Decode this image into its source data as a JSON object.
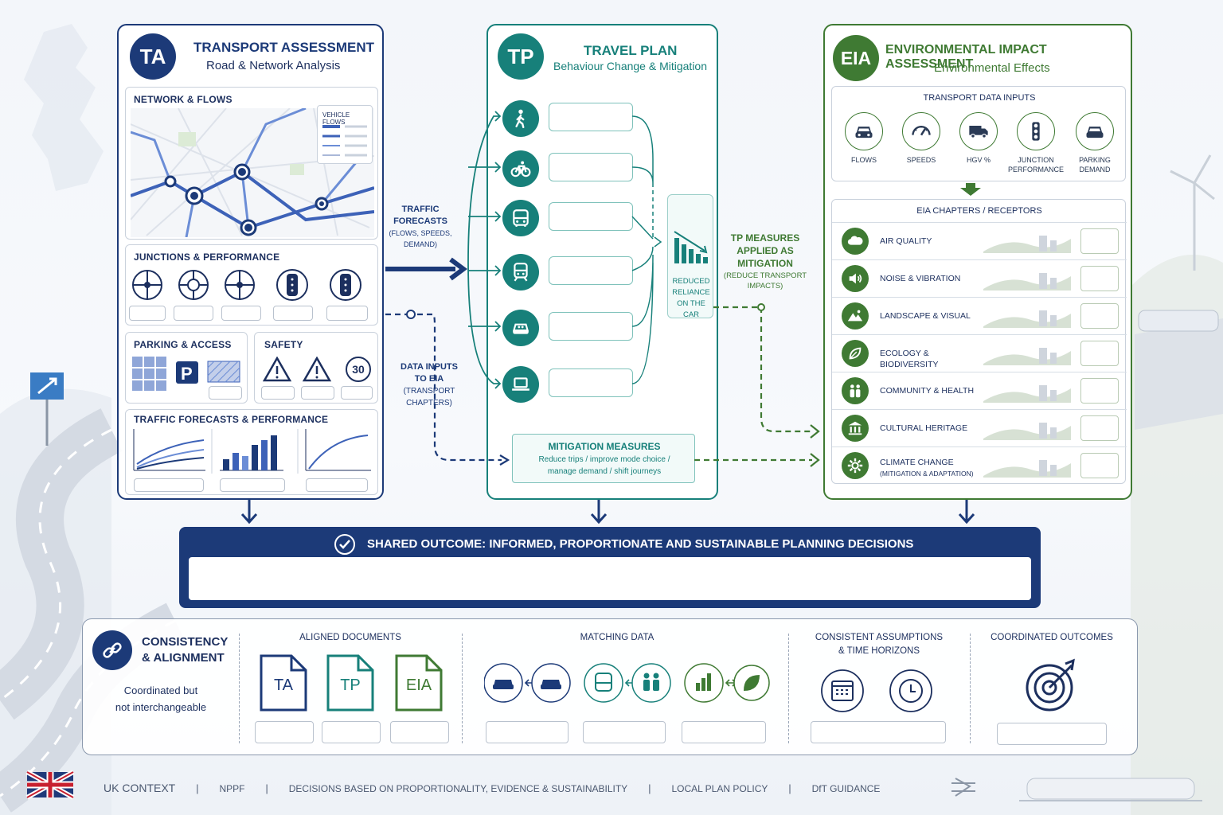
{
  "ta": {
    "badge": "TA",
    "title": "TRANSPORT ASSESSMENT",
    "subtitle": "Road & Network Analysis",
    "network_title": "NETWORK & FLOWS",
    "vehicle_flows_label": "VEHICLE FLOWS",
    "junctions_title": "JUNCTIONS & PERFORMANCE",
    "parking_title": "PARKING & ACCESS",
    "safety_title": "SAFETY",
    "speed_sign": "30",
    "forecasts_title": "TRAFFIC FORECASTS & PERFORMANCE",
    "colour": "#1c3a78"
  },
  "tp": {
    "badge": "TP",
    "title": "TRAVEL PLAN",
    "subtitle": "Behaviour Change & Mitigation",
    "modes": [
      "walking-icon",
      "cycling-icon",
      "bus-icon",
      "train-icon",
      "car-share-icon",
      "laptop-icon"
    ],
    "reduced_reliance": "REDUCED RELIANCE ON THE CAR",
    "mitigation_title": "MITIGATION MEASURES",
    "mitigation_text_1": "Reduce trips / improve mode choice /",
    "mitigation_text_2": "manage demand / shift journeys",
    "colour": "#17807a"
  },
  "eia": {
    "badge": "EIA",
    "title": "ENVIRONMENTAL IMPACT ASSESSMENT",
    "subtitle": "Environmental Effects",
    "inputs_title": "TRANSPORT DATA INPUTS",
    "inputs": [
      {
        "label": "FLOWS",
        "icon": "car-icon"
      },
      {
        "label": "SPEEDS",
        "icon": "speedometer-icon"
      },
      {
        "label": "HGV %",
        "icon": "truck-icon"
      },
      {
        "label": "JUNCTION PERFORMANCE",
        "icon": "traffic-light-icon"
      },
      {
        "label": "PARKING DEMAND",
        "icon": "parking-car-icon"
      }
    ],
    "chapters_title": "EIA CHAPTERS / RECEPTORS",
    "chapters": [
      {
        "label": "AIR QUALITY",
        "icon": "cloud-icon"
      },
      {
        "label": "NOISE & VIBRATION",
        "icon": "speaker-icon"
      },
      {
        "label": "LANDSCAPE & VISUAL",
        "icon": "mountain-icon"
      },
      {
        "label": "ECOLOGY & BIODIVERSITY",
        "icon": "leaf-icon"
      },
      {
        "label": "COMMUNITY & HEALTH",
        "icon": "people-icon"
      },
      {
        "label": "CULTURAL HERITAGE",
        "icon": "heritage-icon"
      },
      {
        "label": "CLIMATE CHANGE",
        "sub": "(MITIGATION & ADAPTATION)",
        "icon": "gear-icon"
      }
    ],
    "colour": "#3f7a33"
  },
  "arrows": {
    "traffic_forecasts_1": "TRAFFIC",
    "traffic_forecasts_2": "FORECASTS",
    "traffic_forecasts_3": "(FLOWS, SPEEDS,",
    "traffic_forecasts_4": "DEMAND)",
    "data_inputs_1": "DATA INPUTS",
    "data_inputs_2": "TO EIA",
    "data_inputs_3": "(TRANSPORT",
    "data_inputs_4": "CHAPTERS)",
    "tp_measures_1": "TP MEASURES",
    "tp_measures_2": "APPLIED AS",
    "tp_measures_3": "MITIGATION",
    "tp_measures_4": "(REDUCE TRANSPORT",
    "tp_measures_5": "IMPACTS)"
  },
  "outcome": {
    "title": "SHARED OUTCOME: INFORMED, PROPORTIONATE AND SUSTAINABLE PLANNING DECISIONS"
  },
  "consistency": {
    "title_1": "CONSISTENCY",
    "title_2": "& ALIGNMENT",
    "tagline_1": "Coordinated but",
    "tagline_2": "not interchangeable",
    "aligned_title": "ALIGNED DOCUMENTS",
    "docs": [
      "TA",
      "TP",
      "EIA"
    ],
    "matching_title": "MATCHING DATA",
    "assumptions_title_1": "CONSISTENT ASSUMPTIONS",
    "assumptions_title_2": "& TIME HORIZONS",
    "outcomes_title": "COORDINATED OUTCOMES"
  },
  "footer": {
    "items": [
      "UK CONTEXT",
      "NPPF",
      "DECISIONS BASED ON PROPORTIONALITY, EVIDENCE & SUSTAINABILITY",
      "LOCAL PLAN POLICY",
      "DfT GUIDANCE"
    ],
    "separator": "|"
  }
}
